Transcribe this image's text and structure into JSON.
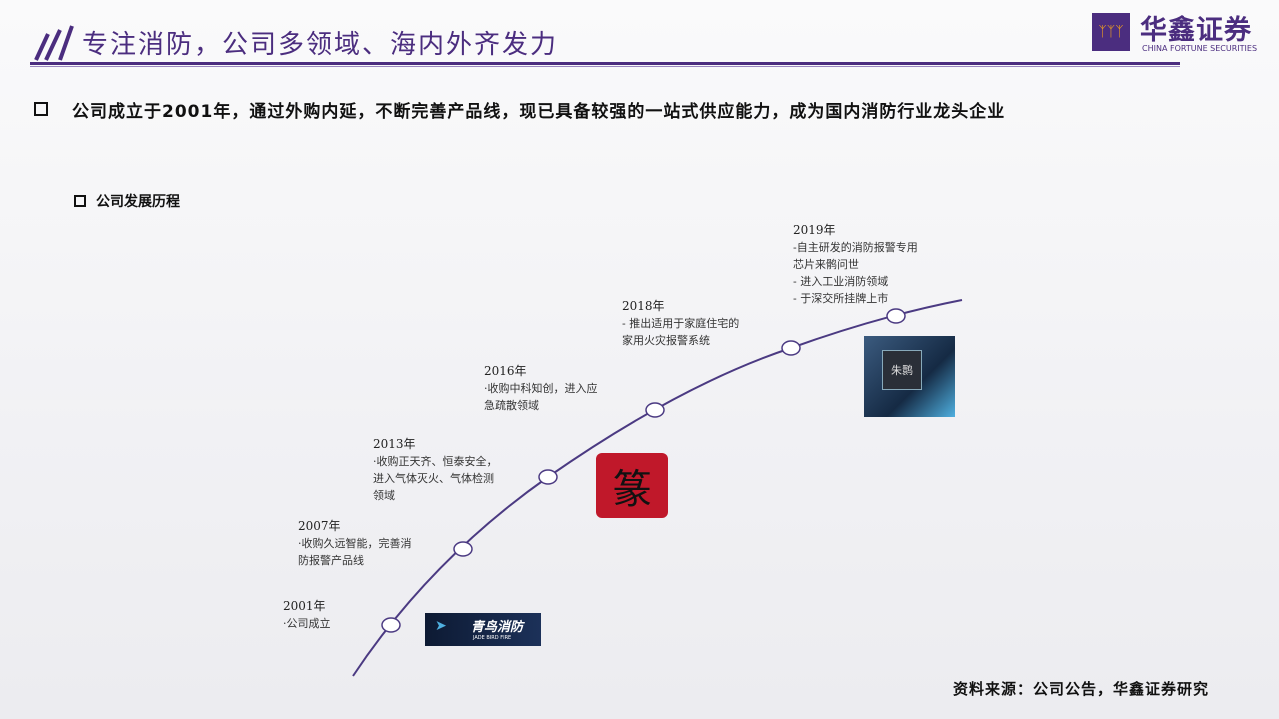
{
  "header": {
    "title": "专注消防，公司多领域、海内外齐发力",
    "logo_cn": "华鑫证券",
    "logo_en": "CHINA FORTUNE SECURITIES"
  },
  "main": {
    "bullet": "公司成立于2001年，通过外购内延，不断完善产品线，现已具备较强的一站式供应能力，成为国内消防行业龙头企业",
    "subtitle": "公司发展历程"
  },
  "timeline": [
    {
      "year": "2001年",
      "text": "·公司成立"
    },
    {
      "year": "2007年",
      "text": "·收购久远智能，完善消\n防报警产品线"
    },
    {
      "year": "2013年",
      "text": "·收购正天齐、恒泰安全，\n进入气体灭火、气体检测\n领域"
    },
    {
      "year": "2016年",
      "text": "·收购中科知创，进入应\n急疏散领域"
    },
    {
      "year": "2018年",
      "text": "-  推出适用于家庭住宅的\n家用火灾报警系统"
    },
    {
      "year": "2019年",
      "text": "-自主研发的消防报警专用\n芯片来鹘问世\n-   进入工业消防领域\n-   于深交所挂牌上市"
    }
  ],
  "images": {
    "jade_bird": "青鸟消防",
    "jade_bird_en": "JADE BIRD FIRE",
    "chip": "朱鹮"
  },
  "source": "资料来源：公司公告，华鑫证券研究",
  "colors": {
    "brand": "#4b2d7f",
    "accent": "#f3a21c",
    "seal": "#c0182a"
  }
}
